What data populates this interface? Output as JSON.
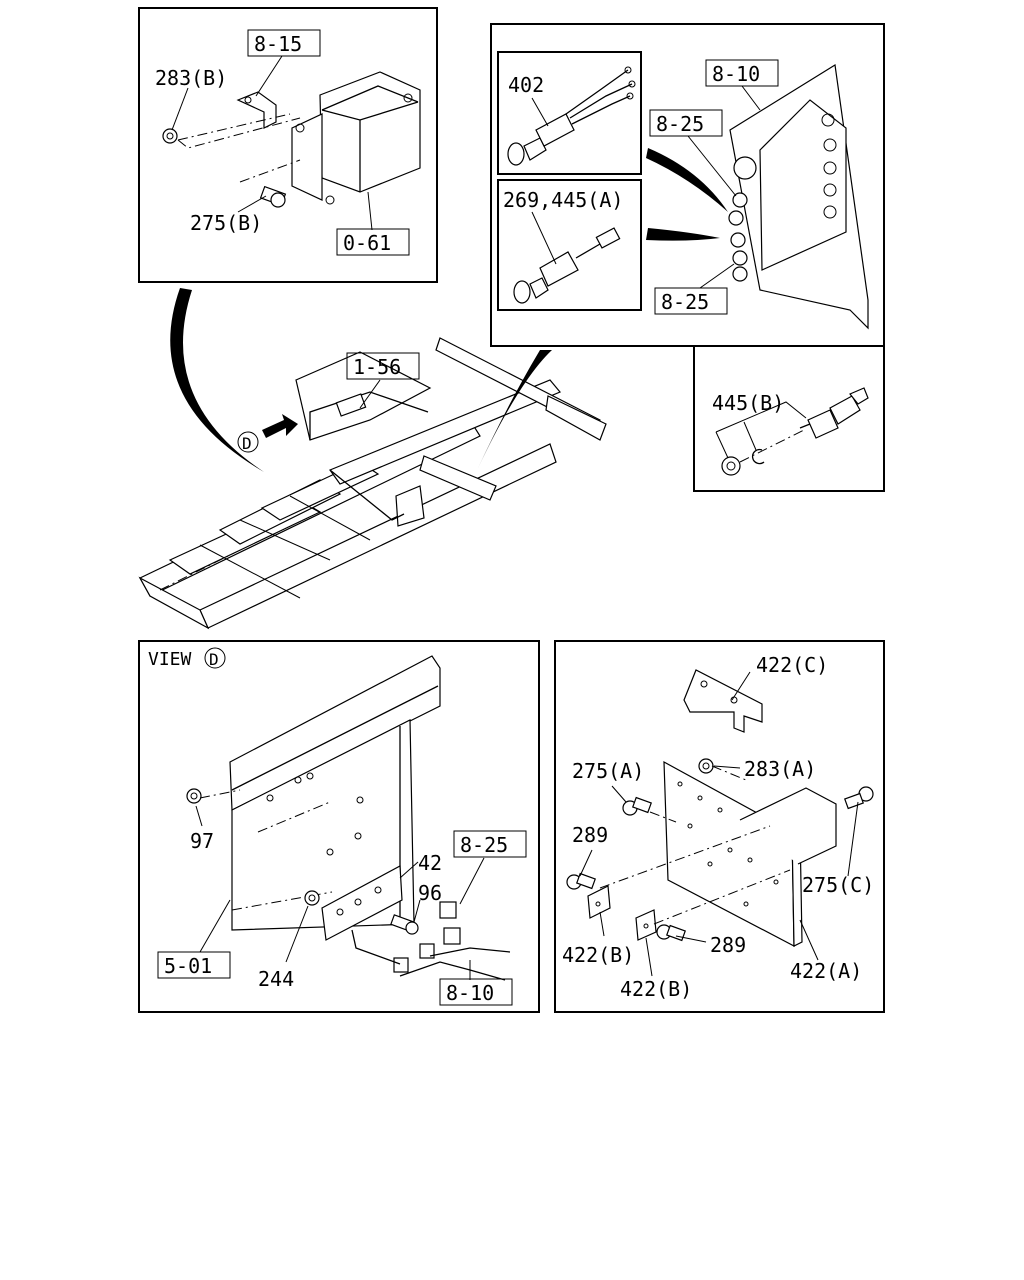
{
  "panel_top_left": {
    "ref_box_a": "8-15",
    "label_nut": "283(B)",
    "label_bolt": "275(B)",
    "ref_box_b": "0-61"
  },
  "panel_top_right": {
    "label_switch": "402",
    "label_switch_b": "269,445(A)",
    "ref_box_a": "8-10",
    "ref_box_b": "8-25",
    "ref_box_c": "8-25"
  },
  "panel_mid_right": {
    "label_sensor": "445(B)"
  },
  "center": {
    "ref_box": "1-56",
    "view_marker": "D"
  },
  "panel_bottom_left": {
    "view_label": "VIEW",
    "view_marker": "D",
    "label_97": "97",
    "label_42": "42",
    "label_96": "96",
    "label_244": "244",
    "ref_box_a": "8-25",
    "ref_box_b": "5-01",
    "ref_box_c": "8-10"
  },
  "panel_bottom_right": {
    "label_bracket_c": "422(C)",
    "label_bolt_a": "275(A)",
    "label_nut_a": "283(A)",
    "label_289_top": "289",
    "label_bolt_c": "275(C)",
    "label_bracket_b1": "422(B)",
    "label_289_bottom": "289",
    "label_bracket_b2": "422(B)",
    "label_bracket_a": "422(A)"
  }
}
